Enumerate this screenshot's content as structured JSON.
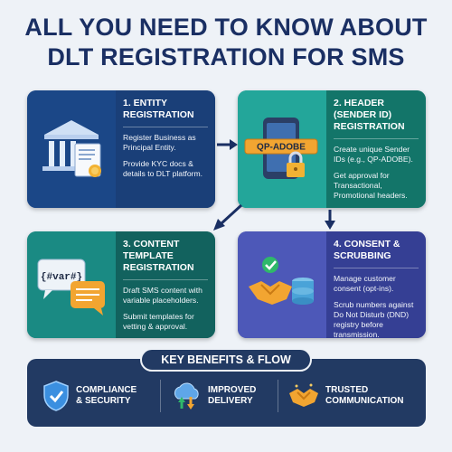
{
  "title": {
    "line1": "ALL YOU NEED TO KNOW ABOUT",
    "line2": "DLT REGISTRATION FOR SMS"
  },
  "cards": [
    {
      "heading_line1": "1. ENTITY",
      "heading_line2": "REGISTRATION",
      "text1": "Register Business as Principal Entity.",
      "text2": "Provide KYC docs & details to DLT platform.",
      "icon": "bank-building-icon"
    },
    {
      "heading_line1": "2. HEADER (SENDER ID)",
      "heading_line2": "REGISTRATION",
      "badge": "QP-ADOBE",
      "text1": "Create unique Sender IDs (e.g., QP-ADOBE).",
      "text2": "Get approval for Transactional, Promotional headers.",
      "icon": "phone-lock-icon"
    },
    {
      "heading_line1": "3. CONTENT TEMPLATE",
      "heading_line2": "REGISTRATION",
      "template_tag": "{#var#}",
      "text1": "Draft SMS content with variable placeholders.",
      "text2": "Submit templates for vetting & approval.",
      "icon": "chat-bubbles-icon"
    },
    {
      "heading_line1": "4. CONSENT &",
      "heading_line2": "SCRUBBING",
      "text1": "Manage customer consent (opt-ins).",
      "text2": "Scrub numbers against Do Not Disturb (DND) registry before transmission.",
      "icon": "handshake-database-icon"
    }
  ],
  "benefits": {
    "title": "KEY BENEFITS & FLOW",
    "items": [
      {
        "line1": "COMPLIANCE",
        "line2": "& SECURITY",
        "icon": "shield-check-icon"
      },
      {
        "line1": "IMPROVED",
        "line2": "DELIVERY",
        "icon": "cloud-sync-icon"
      },
      {
        "line1": "TRUSTED",
        "line2": "COMMUNICATION",
        "icon": "handshake-icon"
      }
    ]
  },
  "colors": {
    "title": "#1a2f63",
    "card1": "#1a3f78",
    "card2": "#137569",
    "card3": "#12625e",
    "card4": "#353f94",
    "benefits_bg": "#223a63"
  }
}
